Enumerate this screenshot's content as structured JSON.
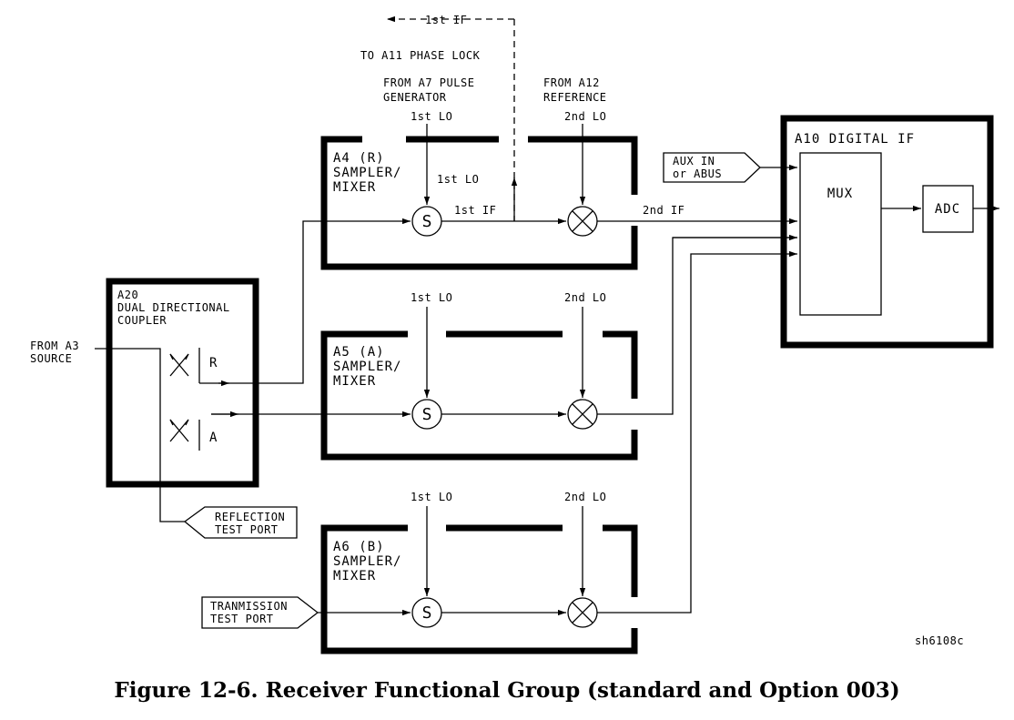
{
  "figure_caption": "Figure 12-6. Receiver Functional Group (standard and Option 003)",
  "figure_id": "sh6108c",
  "labels": {
    "first_if_top": "1st IF",
    "to_a11": "TO A11 PHASE LOCK",
    "from_a7_line1": "FROM A7 PULSE",
    "from_a7_line2": "GENERATOR",
    "from_a12_line1": "FROM A12",
    "from_a12_line2": "REFERENCE",
    "first_lo": "1st LO",
    "second_lo": "2nd LO",
    "first_if": "1st IF",
    "second_if": "2nd IF",
    "from_a3_line1": "FROM A3",
    "from_a3_line2": "SOURCE",
    "port_r": "R",
    "port_a": "A",
    "aux_line1": "AUX IN",
    "aux_line2": "or ABUS",
    "reflection_line1": "REFLECTION",
    "reflection_line2": "TEST PORT",
    "transmission_line1": "TRANMISSION",
    "transmission_line2": "TEST PORT",
    "sampler_symbol": "S"
  },
  "blocks": {
    "a4_line1": "A4 (R)",
    "a4_line2": "SAMPLER/",
    "a4_line3": "MIXER",
    "a5_line1": "A5 (A)",
    "a5_line2": "SAMPLER/",
    "a5_line3": "MIXER",
    "a6_line1": "A6 (B)",
    "a6_line2": "SAMPLER/",
    "a6_line3": "MIXER",
    "a20_line1": "A20",
    "a20_line2": "DUAL DIRECTIONAL",
    "a20_line3": "COUPLER",
    "a10": "A10 DIGITAL IF",
    "mux": "MUX",
    "adc": "ADC"
  }
}
